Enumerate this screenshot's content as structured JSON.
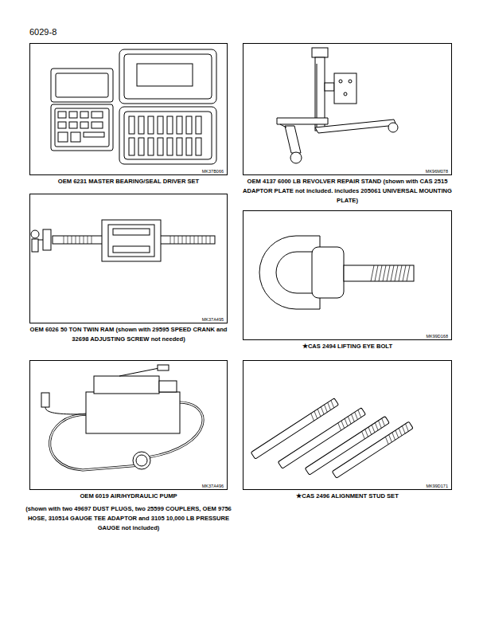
{
  "diagram": {
    "nodes": [
      {
        "text": [
          "MK37B066",
          "OEM 6231 MASTER BEARING/SEAL DRIVER SET"
        ]
      },
      {
        "text": [
          "MK96M078",
          "OEM 4137 6000 LB REVOLVER REPAIR STAND (shown with CAS 2515 ADAPTOR PLATE not included. includes 205061 UNIVERSAL MOUNTING PLATE)"
        ]
      },
      {
        "text": [
          "MK37A495",
          "OEM 6026 50 TON TWIN RAM (shown with 29595 SPEED CRANK and 32698 ADJUSTING SCREW not needed)"
        ]
      },
      {
        "text": [
          "MK99D168",
          "★CAS 2494 LIFTING EYE BOLT"
        ]
      },
      {
        "text": [
          "MK37A496",
          "OEM 6019 AIR/HYDRAULIC PUMP",
          "(shown with two 49697 DUST PLUGS, two 25599 COUPLERS, OEM 9756 HOSE, 310514 GAUGE TEE ADAPTOR and 3105 10,000 LB PRESSURE GAUGE not included)"
        ]
      },
      {
        "text": [
          "MK99D171",
          "★CAS 2496 ALIGNMENT STUD SET"
        ]
      }
    ],
    "labels": [
      "6029-8"
    ]
  }
}
